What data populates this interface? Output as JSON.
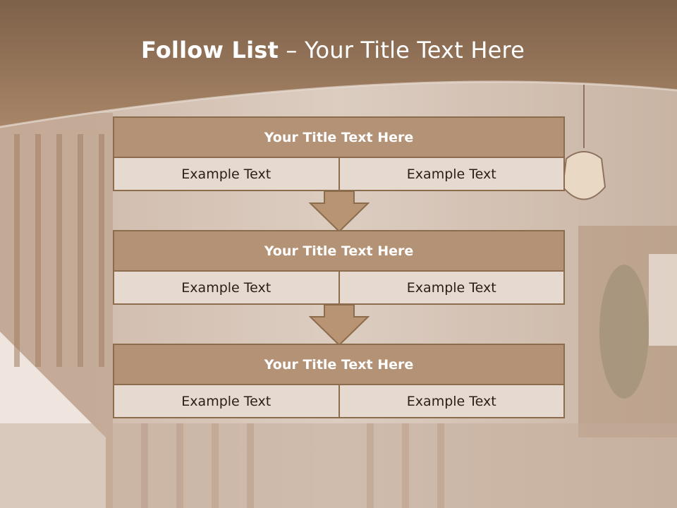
{
  "slide": {
    "title_bold": "Follow List",
    "title_rest": " – Your Title Text Here"
  },
  "blocks": [
    {
      "title": "Your Title Text Here",
      "left": "Example Text",
      "right": "Example Text"
    },
    {
      "title": "Your Title Text Here",
      "left": "Example Text",
      "right": "Example Text"
    },
    {
      "title": "Your Title Text Here",
      "left": "Example Text",
      "right": "Example Text"
    }
  ],
  "colors": {
    "header_band": "#8f7058",
    "block_header": "#b39276",
    "block_cell": "#e6d9d0",
    "border": "#8b6c4c",
    "arrow_fill": "#b89473"
  }
}
